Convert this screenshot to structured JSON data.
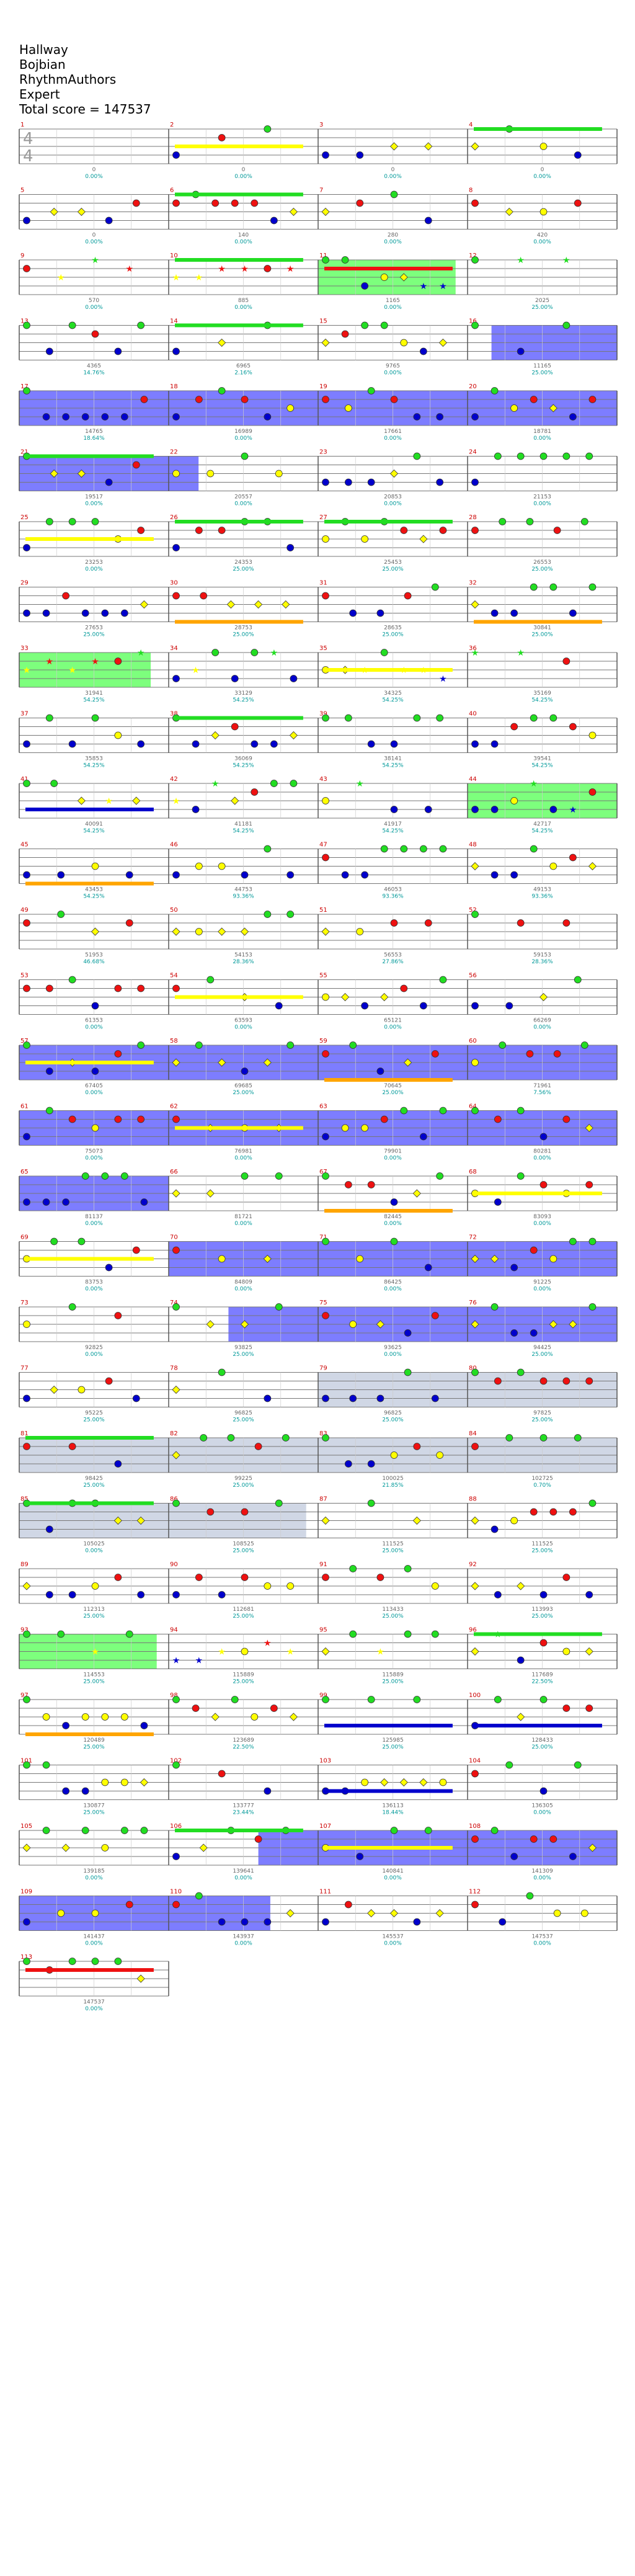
{
  "header": {
    "song": "Hallway",
    "artist": "Bojbian",
    "charter": "RhythmAuthors",
    "difficulty": "Expert",
    "total_score_label": "Total score = 147537"
  },
  "time_signature": {
    "numerator": "4",
    "denominator": "4"
  },
  "colors": {
    "green": "#22dd22",
    "red": "#ee1111",
    "yellow": "#ffff00",
    "blue": "#0000cc",
    "orange": "#ffa500",
    "staff_line": "#777777",
    "barline": "#555555",
    "measure_number": "#cc0000",
    "score_text": "#666666",
    "percent_text": "#009999",
    "overdrive_fill": "#6666ff",
    "solo_fill": "#66ff66",
    "unison_fill": "#4aa3c8",
    "bre_fill": "#c8d0e0",
    "marker_red": "#ff8080"
  },
  "measures": [
    {
      "n": "1",
      "score": "0",
      "pct": "0.00%"
    },
    {
      "n": "2",
      "score": "0",
      "pct": "0.00%"
    },
    {
      "n": "3",
      "score": "0",
      "pct": "0.00%"
    },
    {
      "n": "4",
      "score": "0",
      "pct": "0.00%"
    },
    {
      "n": "5",
      "score": "0",
      "pct": "0.00%"
    },
    {
      "n": "6",
      "score": "140",
      "pct": "0.00%"
    },
    {
      "n": "7",
      "score": "280",
      "pct": "0.00%"
    },
    {
      "n": "8",
      "score": "420",
      "pct": "0.00%"
    },
    {
      "n": "9",
      "score": "570",
      "pct": "0.00%"
    },
    {
      "n": "10",
      "score": "885",
      "pct": "0.00%"
    },
    {
      "n": "11",
      "score": "1165",
      "pct": "0.00%"
    },
    {
      "n": "12",
      "score": "2025",
      "pct": "25.00%"
    },
    {
      "n": "13",
      "score": "4365",
      "pct": "14.76%"
    },
    {
      "n": "14",
      "score": "6965",
      "pct": "2.16%"
    },
    {
      "n": "15",
      "score": "9765",
      "pct": "0.00%"
    },
    {
      "n": "16",
      "score": "11165",
      "pct": "25.00%"
    },
    {
      "n": "17",
      "score": "14765",
      "pct": "18.64%"
    },
    {
      "n": "18",
      "score": "16989",
      "pct": "0.00%"
    },
    {
      "n": "19",
      "score": "17661",
      "pct": "0.00%"
    },
    {
      "n": "20",
      "score": "18781",
      "pct": "0.00%"
    },
    {
      "n": "21",
      "score": "19517",
      "pct": "0.00%"
    },
    {
      "n": "22",
      "score": "20557",
      "pct": "0.00%"
    },
    {
      "n": "23",
      "score": "20853",
      "pct": "0.00%"
    },
    {
      "n": "24",
      "score": "21153",
      "pct": "0.00%"
    },
    {
      "n": "25",
      "score": "23253",
      "pct": "0.00%"
    },
    {
      "n": "26",
      "score": "24353",
      "pct": "25.00%"
    },
    {
      "n": "27",
      "score": "25453",
      "pct": "25.00%"
    },
    {
      "n": "28",
      "score": "26553",
      "pct": "25.00%"
    },
    {
      "n": "29",
      "score": "27653",
      "pct": "25.00%"
    },
    {
      "n": "30",
      "score": "28753",
      "pct": "25.00%"
    },
    {
      "n": "31",
      "score": "28635",
      "pct": "25.00%"
    },
    {
      "n": "32",
      "score": "30841",
      "pct": "25.00%"
    },
    {
      "n": "33",
      "score": "31941",
      "pct": "54.25%"
    },
    {
      "n": "34",
      "score": "33129",
      "pct": "54.25%"
    },
    {
      "n": "35",
      "score": "34325",
      "pct": "54.25%"
    },
    {
      "n": "36",
      "score": "35169",
      "pct": "54.25%"
    },
    {
      "n": "37",
      "score": "35853",
      "pct": "54.25%"
    },
    {
      "n": "38",
      "score": "36069",
      "pct": "54.25%"
    },
    {
      "n": "39",
      "score": "38141",
      "pct": "54.25%"
    },
    {
      "n": "40",
      "score": "39541",
      "pct": "54.25%"
    },
    {
      "n": "41",
      "score": "40091",
      "pct": "54.25%"
    },
    {
      "n": "42",
      "score": "41181",
      "pct": "54.25%"
    },
    {
      "n": "43",
      "score": "41917",
      "pct": "54.25%"
    },
    {
      "n": "44",
      "score": "42717",
      "pct": "54.25%"
    },
    {
      "n": "45",
      "score": "43453",
      "pct": "54.25%"
    },
    {
      "n": "46",
      "score": "44753",
      "pct": "93.36%"
    },
    {
      "n": "47",
      "score": "46053",
      "pct": "93.36%"
    },
    {
      "n": "48",
      "score": "49153",
      "pct": "93.36%"
    },
    {
      "n": "49",
      "score": "51953",
      "pct": "46.68%"
    },
    {
      "n": "50",
      "score": "54153",
      "pct": "28.36%"
    },
    {
      "n": "51",
      "score": "56553",
      "pct": "27.86%"
    },
    {
      "n": "52",
      "score": "59153",
      "pct": "28.36%"
    },
    {
      "n": "53",
      "score": "61353",
      "pct": "0.00%"
    },
    {
      "n": "54",
      "score": "63593",
      "pct": "0.00%"
    },
    {
      "n": "55",
      "score": "65121",
      "pct": "0.00%"
    },
    {
      "n": "56",
      "score": "66269",
      "pct": "0.00%"
    },
    {
      "n": "57",
      "score": "67405",
      "pct": "0.00%"
    },
    {
      "n": "58",
      "score": "69685",
      "pct": "25.00%"
    },
    {
      "n": "59",
      "score": "70645",
      "pct": "25.00%"
    },
    {
      "n": "60",
      "score": "71961",
      "pct": "7.56%"
    },
    {
      "n": "61",
      "score": "75073",
      "pct": "0.00%"
    },
    {
      "n": "62",
      "score": "76981",
      "pct": "0.00%"
    },
    {
      "n": "63",
      "score": "79901",
      "pct": "0.00%"
    },
    {
      "n": "64",
      "score": "80281",
      "pct": "0.00%"
    },
    {
      "n": "65",
      "score": "81137",
      "pct": "0.00%"
    },
    {
      "n": "66",
      "score": "81721",
      "pct": "0.00%"
    },
    {
      "n": "67",
      "score": "82445",
      "pct": "0.00%"
    },
    {
      "n": "68",
      "score": "83093",
      "pct": "0.00%"
    },
    {
      "n": "69",
      "score": "83753",
      "pct": "0.00%"
    },
    {
      "n": "70",
      "score": "84809",
      "pct": "0.00%"
    },
    {
      "n": "71",
      "score": "86425",
      "pct": "0.00%"
    },
    {
      "n": "72",
      "score": "91225",
      "pct": "0.00%"
    },
    {
      "n": "73",
      "score": "92825",
      "pct": "0.00%"
    },
    {
      "n": "74",
      "score": "93825",
      "pct": "25.00%"
    },
    {
      "n": "75",
      "score": "93625",
      "pct": "0.00%"
    },
    {
      "n": "76",
      "score": "94425",
      "pct": "25.00%"
    },
    {
      "n": "77",
      "score": "95225",
      "pct": "25.00%"
    },
    {
      "n": "78",
      "score": "96825",
      "pct": "25.00%"
    },
    {
      "n": "79",
      "score": "96825",
      "pct": "25.00%"
    },
    {
      "n": "80",
      "score": "97825",
      "pct": "25.00%"
    },
    {
      "n": "81",
      "score": "98425",
      "pct": "25.00%"
    },
    {
      "n": "82",
      "score": "99225",
      "pct": "25.00%"
    },
    {
      "n": "83",
      "score": "100025",
      "pct": "21.85%"
    },
    {
      "n": "84",
      "score": "102725",
      "pct": "0.70%"
    },
    {
      "n": "85",
      "score": "105025",
      "pct": "0.00%"
    },
    {
      "n": "86",
      "score": "108525",
      "pct": "25.00%"
    },
    {
      "n": "87",
      "score": "111525",
      "pct": "25.00%"
    },
    {
      "n": "88",
      "score": "111525",
      "pct": "25.00%"
    },
    {
      "n": "89",
      "score": "112313",
      "pct": "25.00%"
    },
    {
      "n": "90",
      "score": "112681",
      "pct": "25.00%"
    },
    {
      "n": "91",
      "score": "113433",
      "pct": "25.00%"
    },
    {
      "n": "92",
      "score": "113993",
      "pct": "25.00%"
    },
    {
      "n": "93",
      "score": "114553",
      "pct": "25.00%"
    },
    {
      "n": "94",
      "score": "115889",
      "pct": "25.00%"
    },
    {
      "n": "95",
      "score": "115889",
      "pct": "25.00%"
    },
    {
      "n": "96",
      "score": "117689",
      "pct": "22.50%"
    },
    {
      "n": "97",
      "score": "120489",
      "pct": "25.00%"
    },
    {
      "n": "98",
      "score": "123689",
      "pct": "22.50%"
    },
    {
      "n": "99",
      "score": "125985",
      "pct": "25.00%"
    },
    {
      "n": "100",
      "score": "128433",
      "pct": "25.00%"
    },
    {
      "n": "101",
      "score": "130877",
      "pct": "25.00%"
    },
    {
      "n": "102",
      "score": "133777",
      "pct": "23.44%"
    },
    {
      "n": "103",
      "score": "136113",
      "pct": "18.44%"
    },
    {
      "n": "104",
      "score": "136305",
      "pct": "0.00%"
    },
    {
      "n": "105",
      "score": "139185",
      "pct": "0.00%"
    },
    {
      "n": "106",
      "score": "139641",
      "pct": "0.00%"
    },
    {
      "n": "107",
      "score": "140841",
      "pct": "0.00%"
    },
    {
      "n": "108",
      "score": "141309",
      "pct": "0.00%"
    },
    {
      "n": "109",
      "score": "141437",
      "pct": "0.00%"
    },
    {
      "n": "110",
      "score": "143937",
      "pct": "0.00%"
    },
    {
      "n": "111",
      "score": "145537",
      "pct": "0.00%"
    },
    {
      "n": "112",
      "score": "147537",
      "pct": "0.00%"
    },
    {
      "n": "113",
      "score": "147537",
      "pct": "0.00%"
    }
  ],
  "note_legend": [
    "green",
    "red",
    "yellow",
    "blue",
    "orange"
  ],
  "icons": {
    "note_gem": "circle-gem-icon",
    "star_gem": "star-gem-icon",
    "cymbal_gem": "diamond-gem-icon"
  }
}
